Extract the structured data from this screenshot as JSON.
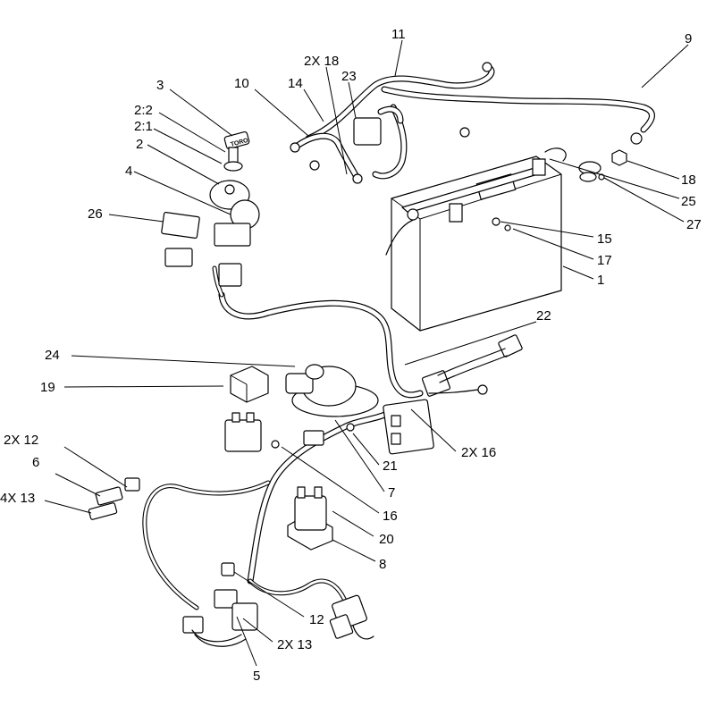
{
  "callouts": {
    "c1": "1",
    "c2": "2",
    "c2_1": "2:1",
    "c2_2": "2:2",
    "c3": "3",
    "c4": "4",
    "c5": "5",
    "c6": "6",
    "c7": "7",
    "c8": "8",
    "c9": "9",
    "c10": "10",
    "c11": "11",
    "c12_left": "2X 12",
    "c12": "12",
    "c13_left": "4X 13",
    "c13_bottom": "2X 13",
    "c14": "14",
    "c15": "15",
    "c16_right": "2X 16",
    "c16": "16",
    "c17": "17",
    "c18_top": "2X 18",
    "c18": "18",
    "c19": "19",
    "c20": "20",
    "c21": "21",
    "c22": "22",
    "c23": "23",
    "c24": "24",
    "c25": "25",
    "c26": "26",
    "c27": "27"
  },
  "key_brand_text": "TORO"
}
